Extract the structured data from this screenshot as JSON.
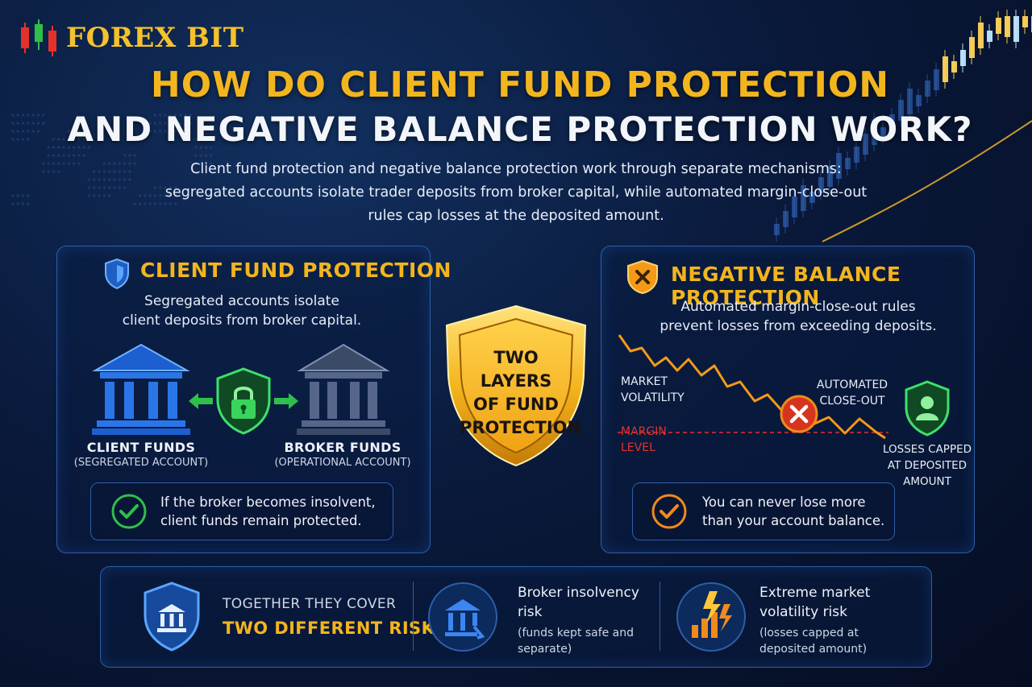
{
  "brand": {
    "name": "FOREX BIT"
  },
  "title": {
    "line1": "HOW DO CLIENT FUND PROTECTION",
    "line2": "AND NEGATIVE BALANCE PROTECTION WORK?"
  },
  "intro": {
    "line1": "Client fund protection and negative balance protection work through separate mechanisms:",
    "line2": "segregated accounts isolate trader deposits from broker capital, while automated margin-close-out",
    "line3": "rules cap losses at the deposited amount."
  },
  "left_panel": {
    "title": "CLIENT FUND PROTECTION",
    "sub_line1": "Segregated accounts isolate",
    "sub_line2": "client deposits from broker capital.",
    "client_label": "CLIENT FUNDS",
    "client_sublabel": "(SEGREGATED ACCOUNT)",
    "broker_label": "BROKER FUNDS",
    "broker_sublabel": "(OPERATIONAL ACCOUNT)",
    "note_line1": "If the broker becomes insolvent,",
    "note_line2": "client funds remain protected."
  },
  "center_shield": {
    "line1": "TWO LAYERS",
    "line2": "OF FUND",
    "line3": "PROTECTION"
  },
  "right_panel": {
    "title": "NEGATIVE BALANCE PROTECTION",
    "sub_line1": "Automated margin-close-out rules",
    "sub_line2": "prevent losses from exceeding deposits.",
    "market_line1": "MARKET",
    "market_line2": "VOLATILITY",
    "margin_line1": "MARGIN",
    "margin_line2": "LEVEL",
    "closeout_line1": "AUTOMATED",
    "closeout_line2": "CLOSE-OUT",
    "capped_line1": "LOSSES CAPPED",
    "capped_line2": "AT DEPOSITED",
    "capped_line3": "AMOUNT",
    "note_line1": "You can never lose more",
    "note_line2": "than your account balance."
  },
  "bottom": {
    "together_line1": "TOGETHER THEY COVER",
    "together_line2": "TWO DIFFERENT RISKS:",
    "risk1_line1": "Broker insolvency",
    "risk1_line2": "risk",
    "risk1_detail1": "(funds kept safe and",
    "risk1_detail2": "separate)",
    "risk2_line1": "Extreme market",
    "risk2_line2": "volatility risk",
    "risk2_detail1": "(losses capped at",
    "risk2_detail2": "deposited amount)"
  },
  "colors": {
    "gold": "#f3b51e",
    "panel_border": "#2d5ea8",
    "green": "#2fbf4a",
    "red": "#e5312b",
    "orange": "#f08a1c"
  }
}
